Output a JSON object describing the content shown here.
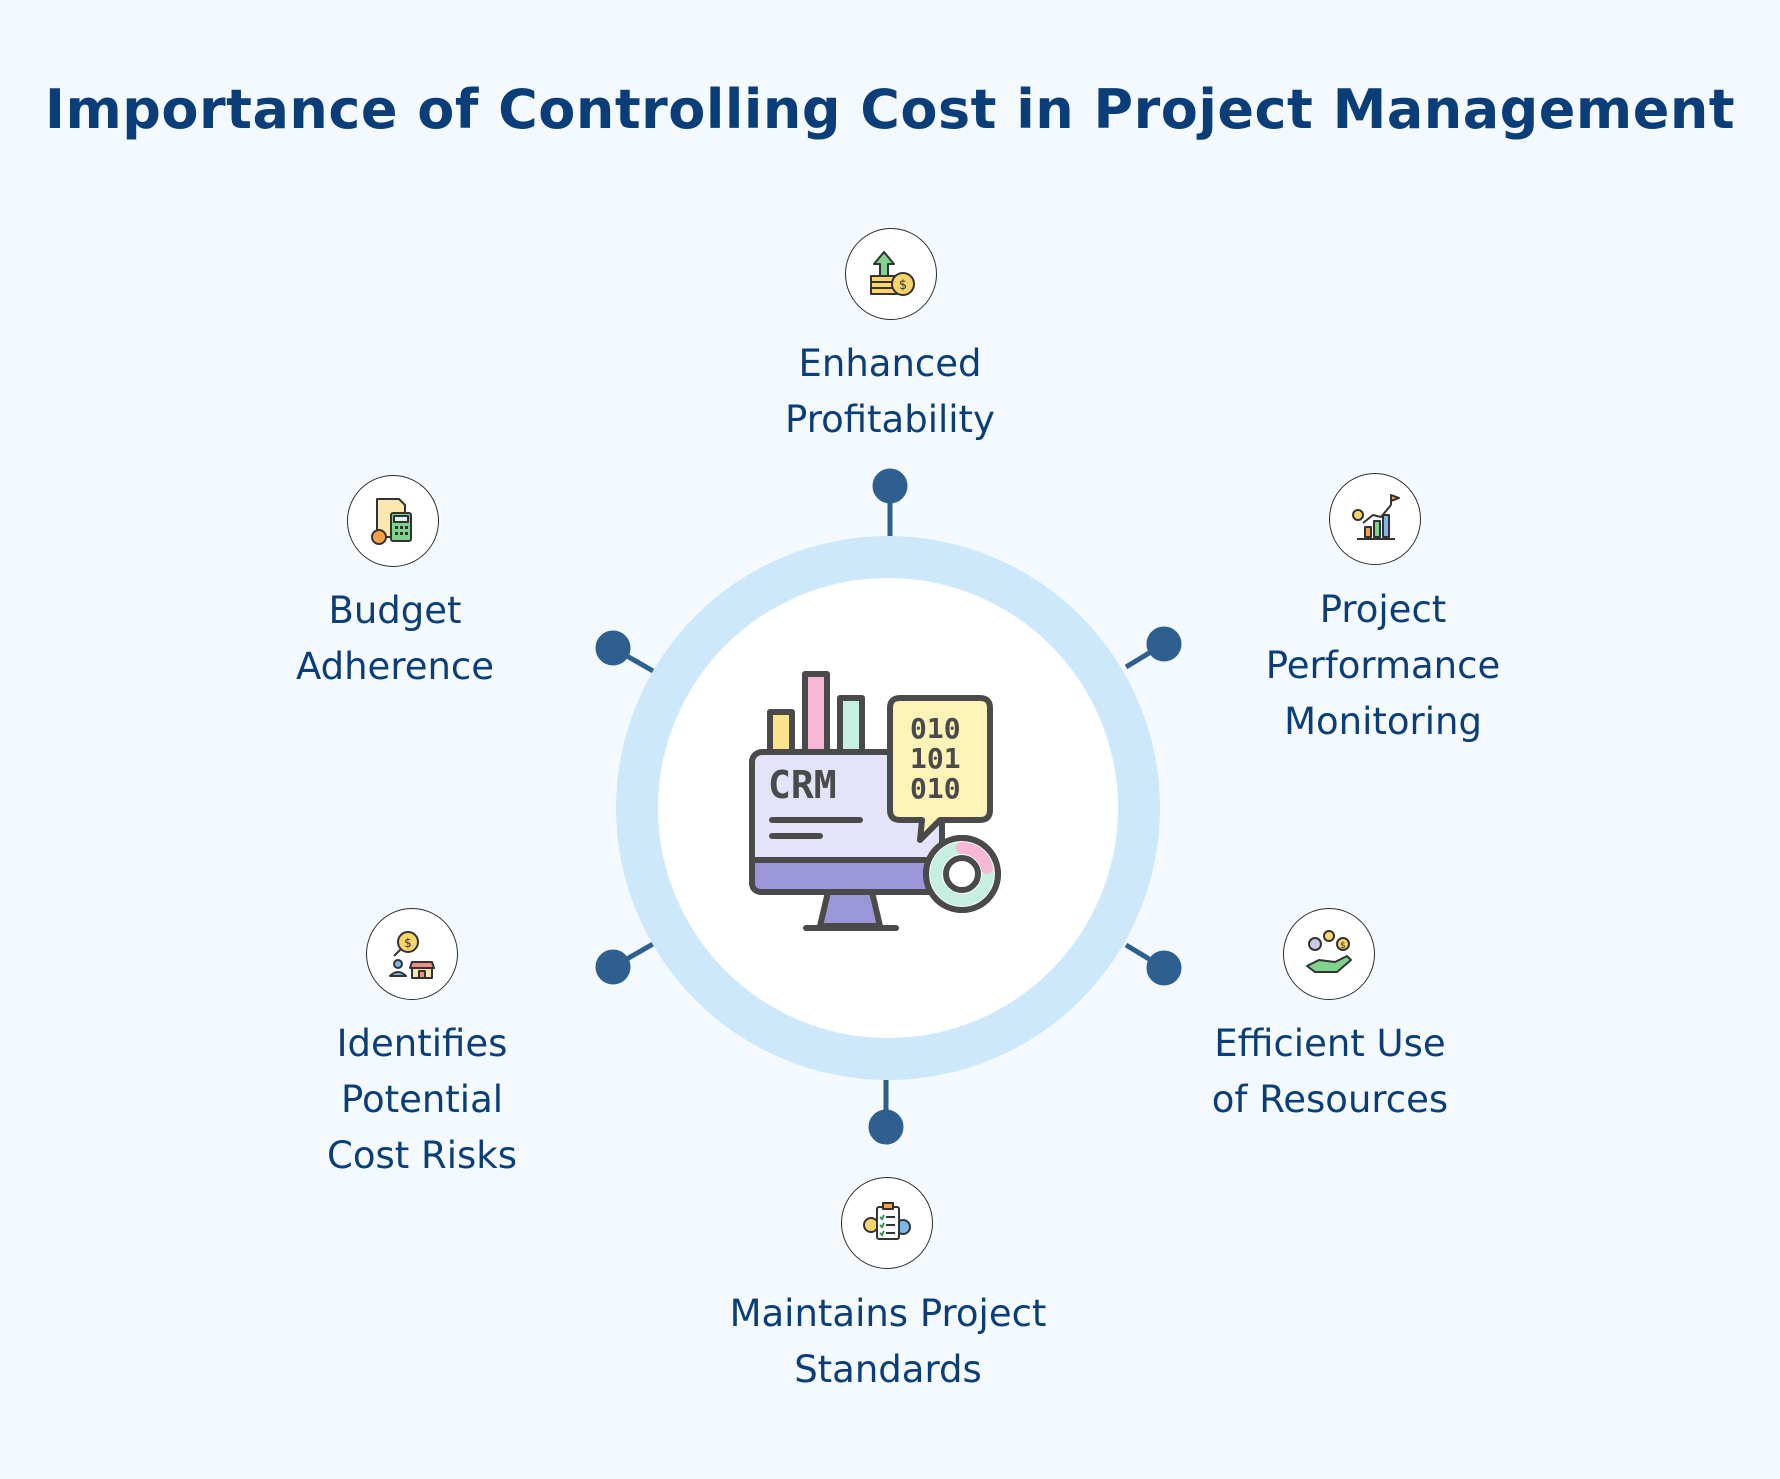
{
  "title": "Importance of Controlling Cost in Project Management",
  "center": {
    "icon": "crm-monitor-icon",
    "screen_text": "CRM",
    "binary_rows": [
      "010",
      "101",
      "010"
    ]
  },
  "nodes": {
    "top": {
      "icon": "coins-growth-icon",
      "lines": [
        "Enhanced",
        "Profitability"
      ]
    },
    "upper_left": {
      "icon": "calculator-budget-icon",
      "lines": [
        "Budget",
        "Adherence"
      ]
    },
    "upper_right": {
      "icon": "growth-chart-icon",
      "lines": [
        "Project",
        "Performance",
        "Monitoring"
      ]
    },
    "lower_left": {
      "icon": "risk-search-icon",
      "lines": [
        "Identifies",
        "Potential",
        "Cost Risks"
      ]
    },
    "lower_right": {
      "icon": "resources-hand-icon",
      "lines": [
        "Efficient Use",
        "of Resources"
      ]
    },
    "bottom": {
      "icon": "checklist-standards-icon",
      "lines": [
        "Maintains Project",
        "Standards"
      ]
    }
  },
  "colors": {
    "title": "#0b3e78",
    "ring": "#cde8fb",
    "connector": "#2f5f8f",
    "background": "#f4f9fe"
  }
}
